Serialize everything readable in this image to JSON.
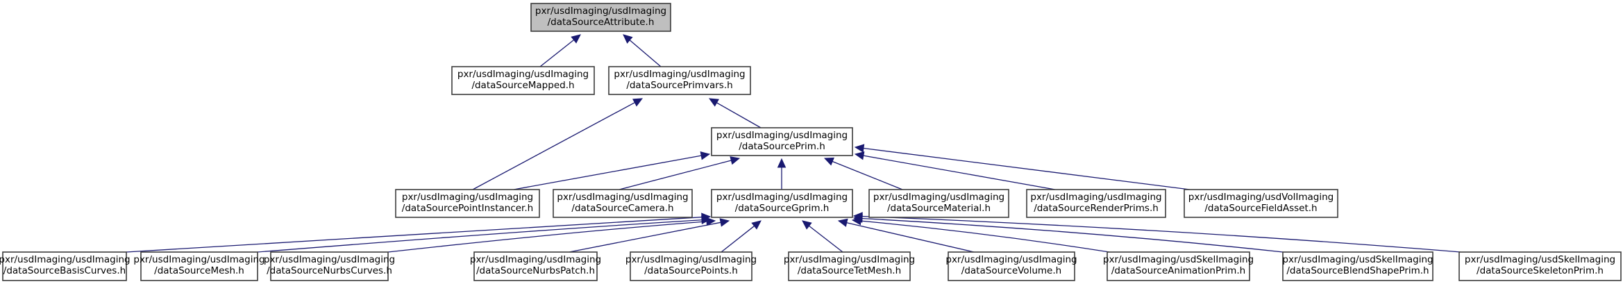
{
  "title": "Include dependency graph for dataSourceAttribute.h",
  "colors": {
    "edge": "#191970",
    "root_fill": "#bfbfbf",
    "node_fill": "#ffffff",
    "node_border": "#3c3c3c"
  },
  "nodes": [
    {
      "id": "attribute",
      "line1": "pxr/usdImaging/usdImaging",
      "line2": "/dataSourceAttribute.h",
      "root": true
    },
    {
      "id": "mapped",
      "line1": "pxr/usdImaging/usdImaging",
      "line2": "/dataSourceMapped.h"
    },
    {
      "id": "primvars",
      "line1": "pxr/usdImaging/usdImaging",
      "line2": "/dataSourcePrimvars.h"
    },
    {
      "id": "prim",
      "line1": "pxr/usdImaging/usdImaging",
      "line2": "/dataSourcePrim.h"
    },
    {
      "id": "pointinstancer",
      "line1": "pxr/usdImaging/usdImaging",
      "line2": "/dataSourcePointInstancer.h"
    },
    {
      "id": "camera",
      "line1": "pxr/usdImaging/usdImaging",
      "line2": "/dataSourceCamera.h"
    },
    {
      "id": "gprim",
      "line1": "pxr/usdImaging/usdImaging",
      "line2": "/dataSourceGprim.h"
    },
    {
      "id": "material",
      "line1": "pxr/usdImaging/usdImaging",
      "line2": "/dataSourceMaterial.h"
    },
    {
      "id": "renderprims",
      "line1": "pxr/usdImaging/usdImaging",
      "line2": "/dataSourceRenderPrims.h"
    },
    {
      "id": "fieldasset",
      "line1": "pxr/usdImaging/usdVolImaging",
      "line2": "/dataSourceFieldAsset.h"
    },
    {
      "id": "basiscurves",
      "line1": "pxr/usdImaging/usdImaging",
      "line2": "/dataSourceBasisCurves.h"
    },
    {
      "id": "mesh",
      "line1": "pxr/usdImaging/usdImaging",
      "line2": "/dataSourceMesh.h"
    },
    {
      "id": "nurbscurves",
      "line1": "pxr/usdImaging/usdImaging",
      "line2": "/dataSourceNurbsCurves.h"
    },
    {
      "id": "nurbspatch",
      "line1": "pxr/usdImaging/usdImaging",
      "line2": "/dataSourceNurbsPatch.h"
    },
    {
      "id": "points",
      "line1": "pxr/usdImaging/usdImaging",
      "line2": "/dataSourcePoints.h"
    },
    {
      "id": "tetmesh",
      "line1": "pxr/usdImaging/usdImaging",
      "line2": "/dataSourceTetMesh.h"
    },
    {
      "id": "volume",
      "line1": "pxr/usdImaging/usdImaging",
      "line2": "/dataSourceVolume.h"
    },
    {
      "id": "animationprim",
      "line1": "pxr/usdImaging/usdSkelImaging",
      "line2": "/dataSourceAnimationPrim.h"
    },
    {
      "id": "blendshapeprim",
      "line1": "pxr/usdImaging/usdSkelImaging",
      "line2": "/dataSourceBlendShapePrim.h"
    },
    {
      "id": "skeletonprim",
      "line1": "pxr/usdImaging/usdSkelImaging",
      "line2": "/dataSourceSkeletonPrim.h"
    }
  ],
  "edges": [
    {
      "from": "mapped",
      "to": "attribute"
    },
    {
      "from": "primvars",
      "to": "attribute"
    },
    {
      "from": "pointinstancer",
      "to": "primvars"
    },
    {
      "from": "prim",
      "to": "primvars"
    },
    {
      "from": "pointinstancer",
      "to": "prim"
    },
    {
      "from": "camera",
      "to": "prim"
    },
    {
      "from": "gprim",
      "to": "prim"
    },
    {
      "from": "material",
      "to": "prim"
    },
    {
      "from": "renderprims",
      "to": "prim"
    },
    {
      "from": "fieldasset",
      "to": "prim"
    },
    {
      "from": "basiscurves",
      "to": "gprim"
    },
    {
      "from": "mesh",
      "to": "gprim"
    },
    {
      "from": "nurbscurves",
      "to": "gprim"
    },
    {
      "from": "nurbspatch",
      "to": "gprim"
    },
    {
      "from": "points",
      "to": "gprim"
    },
    {
      "from": "tetmesh",
      "to": "gprim"
    },
    {
      "from": "volume",
      "to": "gprim"
    },
    {
      "from": "animationprim",
      "to": "gprim"
    },
    {
      "from": "blendshapeprim",
      "to": "gprim"
    },
    {
      "from": "skeletonprim",
      "to": "gprim"
    }
  ]
}
